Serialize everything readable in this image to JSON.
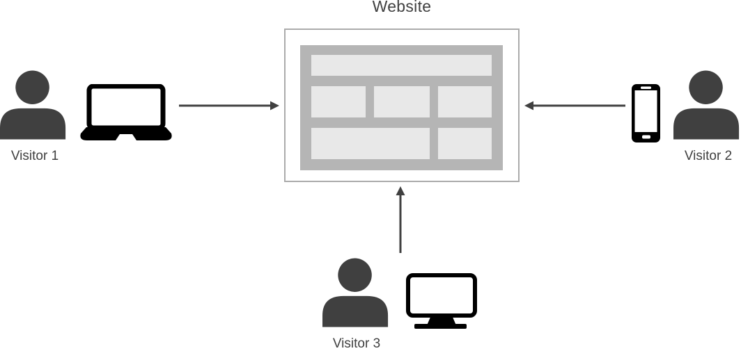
{
  "diagram": {
    "title": "Website",
    "website": {
      "icon": "website-wireframe-icon",
      "wireframe_rows": [
        [
          "header-bar"
        ],
        [
          "block-left",
          "block-center",
          "block-right"
        ],
        [
          "block-wide",
          "block-right"
        ]
      ]
    },
    "visitors": [
      {
        "label": "Visitor 1",
        "icon": "laptop-icon",
        "arrow": "right-arrow-into-website"
      },
      {
        "label": "Visitor 2",
        "icon": "smartphone-icon",
        "arrow": "left-arrow-into-website"
      },
      {
        "label": "Visitor 3",
        "icon": "monitor-icon",
        "arrow": "up-arrow-into-website"
      }
    ],
    "colors": {
      "person": "#404040",
      "device": "#000000",
      "arrow": "#404040",
      "text": "#3f3f3f",
      "title_text": "#404040",
      "website_border": "#ababab",
      "wireframe_gray": "#b5b5b5",
      "wireframe_block": "#e8e8e8",
      "background": "#ffffff"
    }
  }
}
